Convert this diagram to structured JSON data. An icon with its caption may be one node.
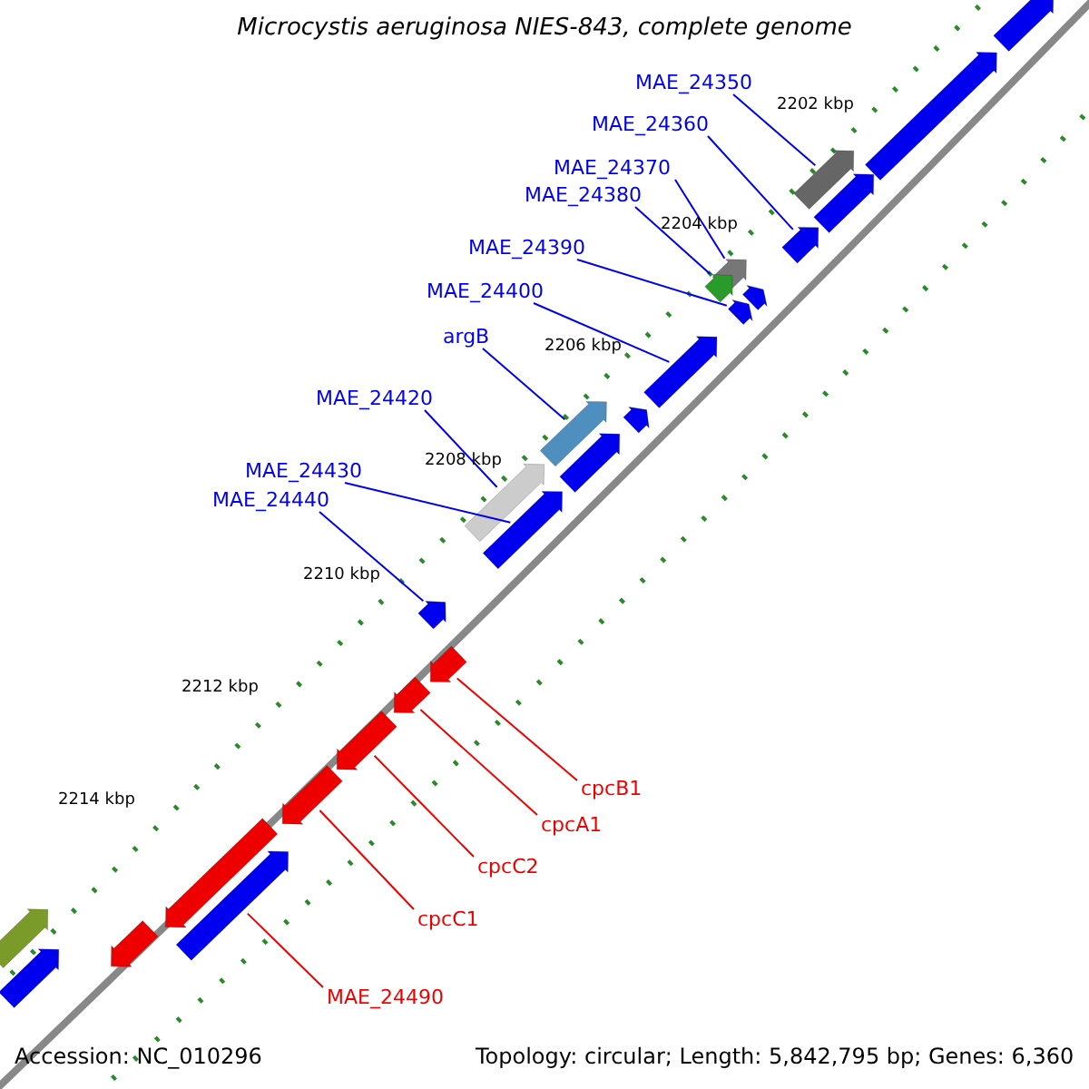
{
  "diagram": {
    "title": "Microcystis aeruginosa NIES-843, complete genome",
    "nodes": [
      {
        "text": [
          "MAE_24350"
        ]
      },
      {
        "text": [
          "MAE_24360"
        ]
      },
      {
        "text": [
          "MAE_24370"
        ]
      },
      {
        "text": [
          "MAE_24380"
        ]
      },
      {
        "text": [
          "MAE_24390"
        ]
      },
      {
        "text": [
          "MAE_24400"
        ]
      },
      {
        "text": [
          "argB"
        ]
      },
      {
        "text": [
          "MAE_24420"
        ]
      },
      {
        "text": [
          "MAE_24430"
        ]
      },
      {
        "text": [
          "MAE_24440"
        ]
      },
      {
        "text": [
          "cpcB1"
        ]
      },
      {
        "text": [
          "cpcA1"
        ]
      },
      {
        "text": [
          "cpcC2"
        ]
      },
      {
        "text": [
          "cpcC1"
        ]
      },
      {
        "text": [
          "MAE_24490"
        ]
      },
      {
        "text": [],
        "shape": "arrow"
      },
      {
        "text": [],
        "shape": "arrow"
      },
      {
        "text": [],
        "shape": "arrow"
      },
      {
        "text": [],
        "shape": "arrow"
      },
      {
        "text": [],
        "shape": "arrow"
      },
      {
        "text": [],
        "shape": "arrow"
      },
      {
        "text": [],
        "shape": "arrow"
      },
      {
        "text": [],
        "shape": "arrow"
      },
      {
        "text": [],
        "shape": "arrow"
      },
      {
        "text": [],
        "shape": "arrow"
      },
      {
        "text": [],
        "shape": "arrow"
      },
      {
        "text": [],
        "shape": "arrow"
      },
      {
        "text": [],
        "shape": "arrow"
      },
      {
        "text": [],
        "shape": "arrow"
      },
      {
        "text": [],
        "shape": "arrow"
      },
      {
        "text": [],
        "shape": "arrow"
      },
      {
        "text": [],
        "shape": "arrow"
      },
      {
        "text": [],
        "shape": "arrow"
      },
      {
        "text": [],
        "shape": "arrow"
      },
      {
        "text": [],
        "shape": "arrow"
      },
      {
        "text": [],
        "shape": "arrow"
      },
      {
        "text": [],
        "shape": "arrow"
      },
      {
        "text": [],
        "shape": "arrow"
      },
      {
        "text": [],
        "shape": "arrow"
      },
      {
        "text": [],
        "shape": "arrow"
      }
    ],
    "edges": [
      {
        "from": 0,
        "to": 17,
        "arrow": "none"
      },
      {
        "from": 1,
        "to": 19,
        "arrow": "none"
      },
      {
        "from": 2,
        "to": 20,
        "arrow": "none"
      },
      {
        "from": 3,
        "to": 21,
        "arrow": "none"
      },
      {
        "from": 4,
        "to": 23,
        "arrow": "none"
      },
      {
        "from": 5,
        "to": 24,
        "arrow": "none"
      },
      {
        "from": 6,
        "to": 26,
        "arrow": "none"
      },
      {
        "from": 7,
        "to": 28,
        "arrow": "none"
      },
      {
        "from": 8,
        "to": 29,
        "arrow": "none"
      },
      {
        "from": 9,
        "to": 30,
        "arrow": "none"
      },
      {
        "from": 10,
        "to": 31,
        "arrow": "none",
        "color": "#ee0000"
      },
      {
        "from": 11,
        "to": 32,
        "arrow": "none",
        "color": "#ee0000"
      },
      {
        "from": 12,
        "to": 33,
        "arrow": "none",
        "color": "#ee0000"
      },
      {
        "from": 13,
        "to": 34,
        "arrow": "none",
        "color": "#ee0000"
      },
      {
        "from": 14,
        "to": 37,
        "arrow": "none",
        "color": "#ee0000"
      }
    ],
    "labels": [
      "2202 kbp",
      "2204 kbp",
      "2206 kbp",
      "2208 kbp",
      "2210 kbp",
      "2212 kbp",
      "2214 kbp",
      "Accession: NC_010296",
      "Topology: circular; Length: 5,842,795 bp; Genes: 6,360"
    ]
  }
}
